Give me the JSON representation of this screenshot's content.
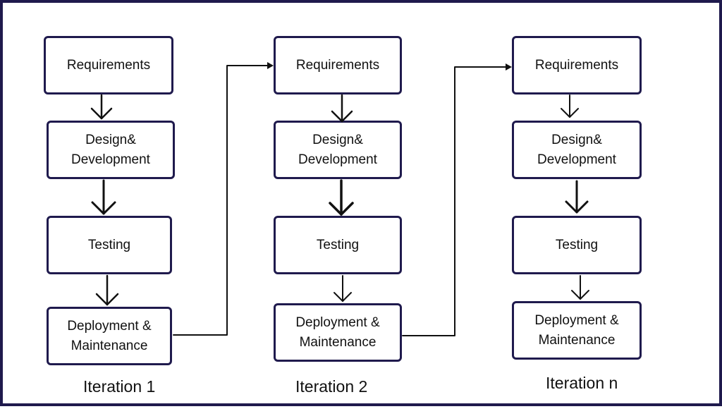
{
  "colors": {
    "border": "#1f1a4d",
    "line": "#111111",
    "background": "#ffffff"
  },
  "columns": [
    {
      "iteration_label": "Iteration 1",
      "steps": [
        "Requirements",
        "Design&\nDevelopment",
        "Testing",
        "Deployment &\nMaintenance"
      ]
    },
    {
      "iteration_label": "Iteration 2",
      "steps": [
        "Requirements",
        "Design&\nDevelopment",
        "Testing",
        "Deployment &\nMaintenance"
      ]
    },
    {
      "iteration_label": "Iteration n",
      "steps": [
        "Requirements",
        "Design&\nDevelopment",
        "Testing",
        "Deployment &\nMaintenance"
      ]
    }
  ]
}
